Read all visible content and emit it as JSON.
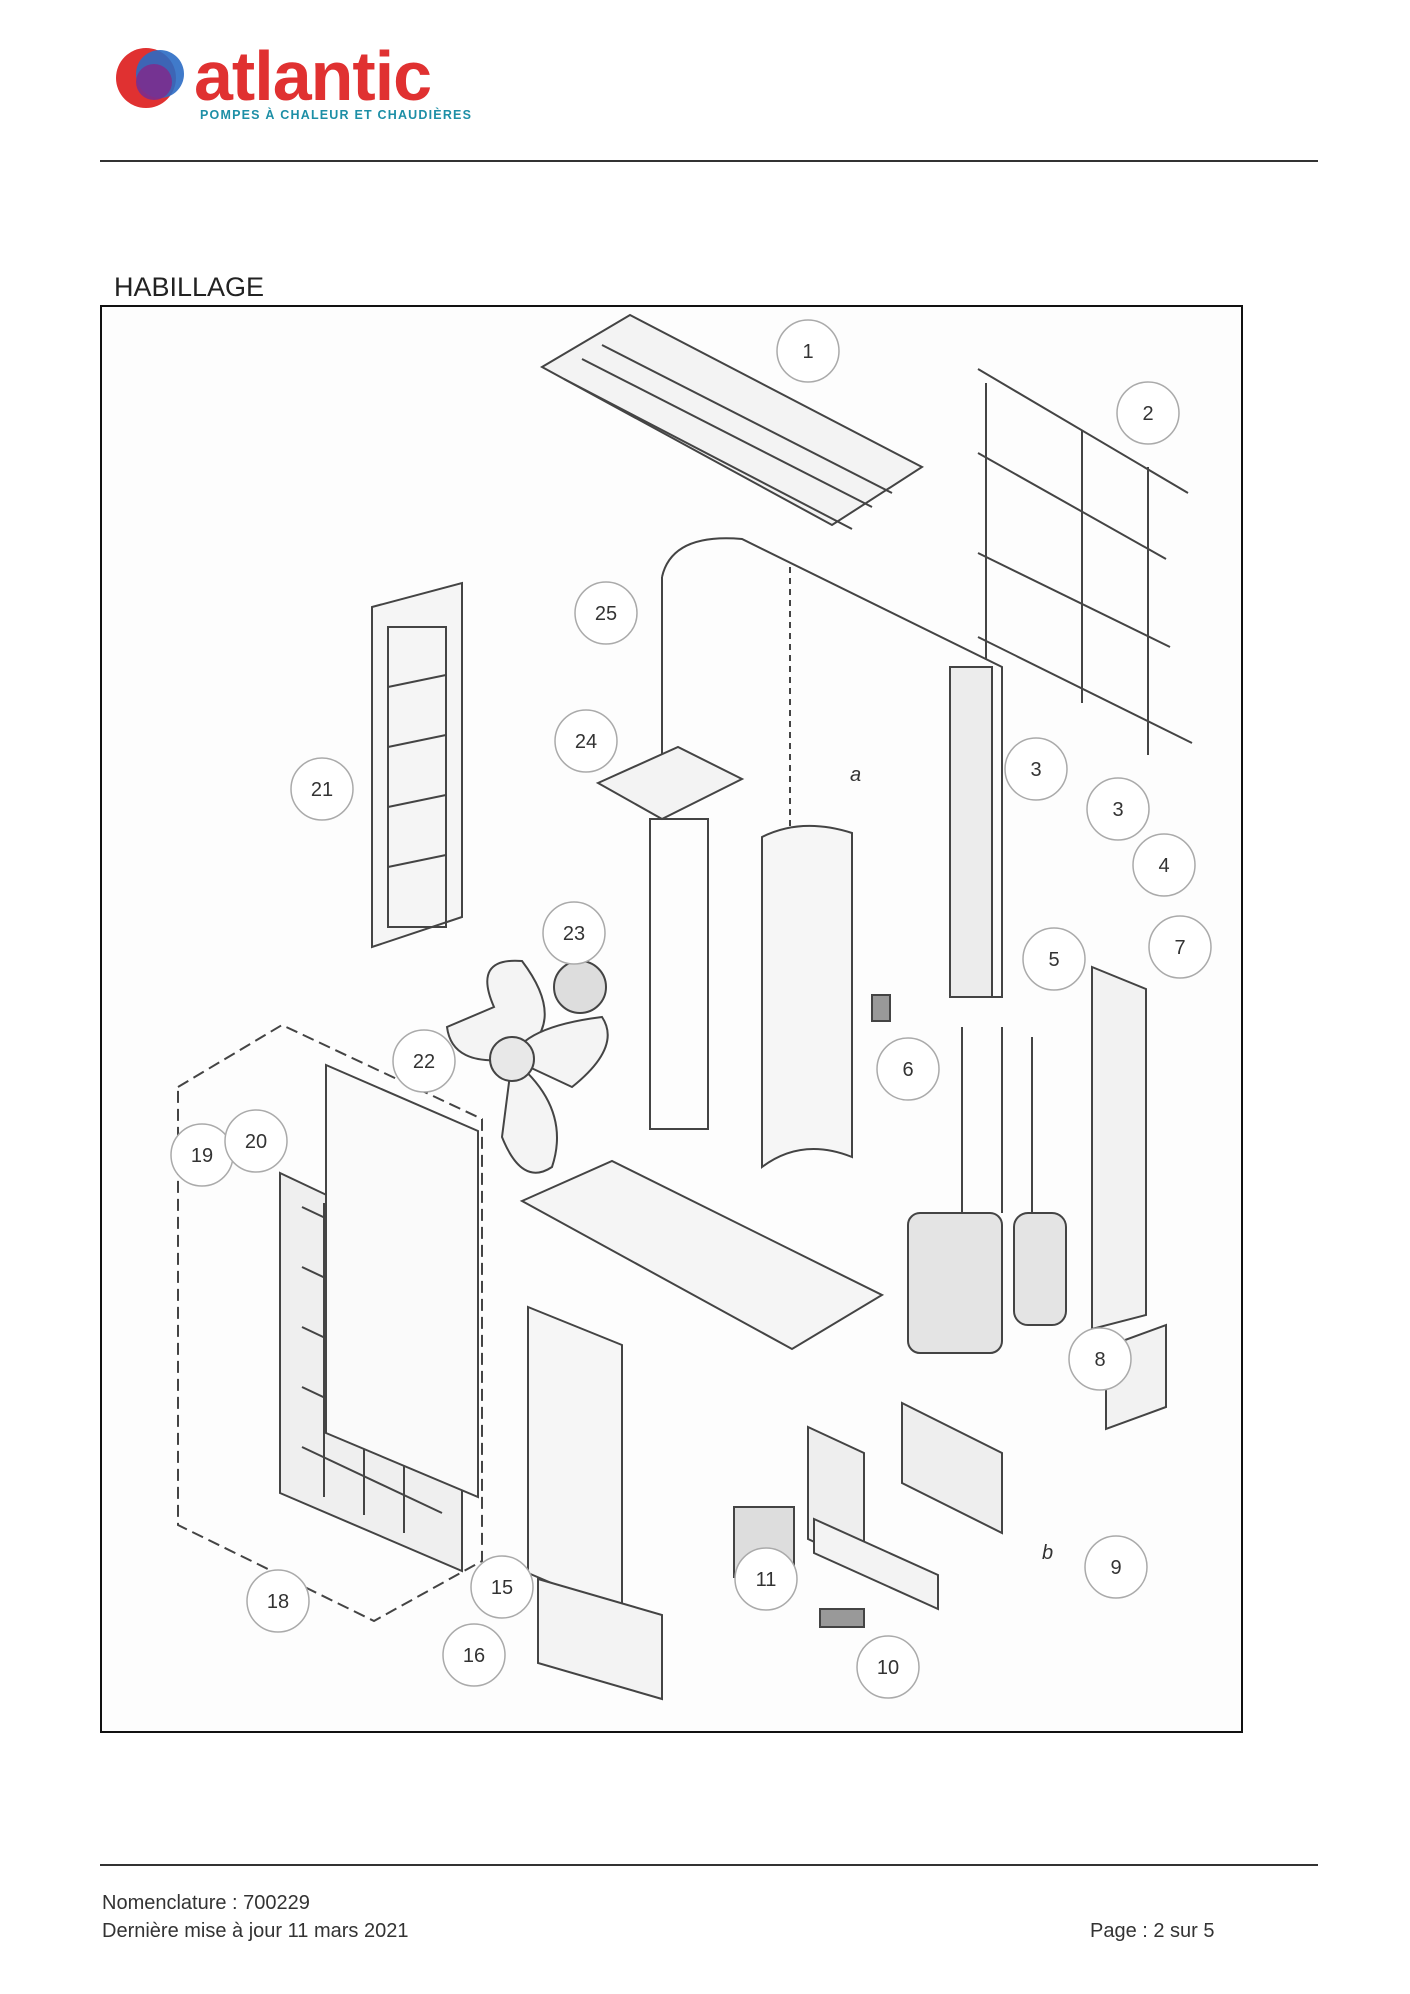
{
  "header": {
    "brand": "atlantic",
    "tagline": "POMPES À CHALEUR ET CHAUDIÈRES",
    "logo_colors": {
      "red": "#e03131",
      "blue": "#2b6cc4",
      "purple": "#7b2d8e",
      "teal": "#1d8fa6"
    }
  },
  "section": {
    "title": "HABILLAGE"
  },
  "diagram": {
    "part_callouts": [
      "1",
      "2",
      "3",
      "3",
      "4",
      "5",
      "6",
      "7",
      "8",
      "9",
      "10",
      "11",
      "15",
      "16",
      "18",
      "19",
      "20",
      "21",
      "22",
      "23",
      "24",
      "25"
    ],
    "subassembly_labels": [
      "a",
      "b"
    ]
  },
  "footer": {
    "nomenclature": "Nomenclature : 700229",
    "updated": "Dernière mise à jour 11 mars 2021",
    "page": "Page : 2 sur 5"
  }
}
